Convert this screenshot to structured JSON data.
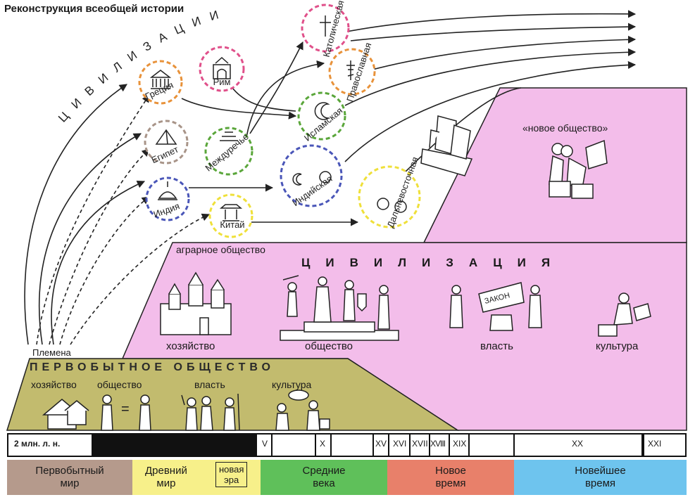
{
  "title": "Реконструкция всеобщей истории",
  "arc_label": "ЦИВИЛИЗАЦИИ",
  "tribes_label": "Племена",
  "agrarian": {
    "label": "аграрное общество",
    "civ_title": "ЦИВИЛИЗАЦИЯ",
    "categories": [
      "хозяйство",
      "общество",
      "власть",
      "культура"
    ],
    "law_scroll": "ЗАКОН"
  },
  "primitive": {
    "title": "ПЕРВОБЫТНОЕ ОБЩЕСТВО",
    "categories": [
      "хозяйство",
      "общество",
      "власть",
      "культура"
    ]
  },
  "new_society": "«новое общество»",
  "civilizations": [
    {
      "name": "Греция",
      "color": "#e8923a"
    },
    {
      "name": "Рим",
      "color": "#e0508a"
    },
    {
      "name": "Египет",
      "color": "#a89488"
    },
    {
      "name": "Междуречье",
      "color": "#5aa63a"
    },
    {
      "name": "Индия",
      "color": "#4a56b8"
    },
    {
      "name": "Китай",
      "color": "#efe03a"
    },
    {
      "name": "Католическая",
      "color": "#e0508a"
    },
    {
      "name": "Православная",
      "color": "#e8923a"
    },
    {
      "name": "Исламская",
      "color": "#5aa63a"
    },
    {
      "name": "Индийская",
      "color": "#4a56b8"
    },
    {
      "name": "Дальневосточная",
      "color": "#efe03a"
    }
  ],
  "timeline": {
    "start_label": "2 млн. л. н.",
    "centuries": [
      "V",
      "X",
      "XV",
      "XVI",
      "XVII",
      "XVIII",
      "XIX",
      "XX",
      "XXI"
    ]
  },
  "eras": [
    {
      "label": "Первобытный\nмир",
      "color": "#b59a8c"
    },
    {
      "label": "Древний\nмир",
      "color": "#f7f08a"
    },
    {
      "label": "Средние\nвека",
      "color": "#5fc05a"
    },
    {
      "label": "Новое\nвремя",
      "color": "#e8806a"
    },
    {
      "label": "Новейшее\nвремя",
      "color": "#6ec4ee"
    }
  ],
  "new_era_box": "новая\nэра",
  "colors": {
    "pink": "#f3bdea",
    "olive": "#c2bb6e",
    "border": "#222222"
  }
}
